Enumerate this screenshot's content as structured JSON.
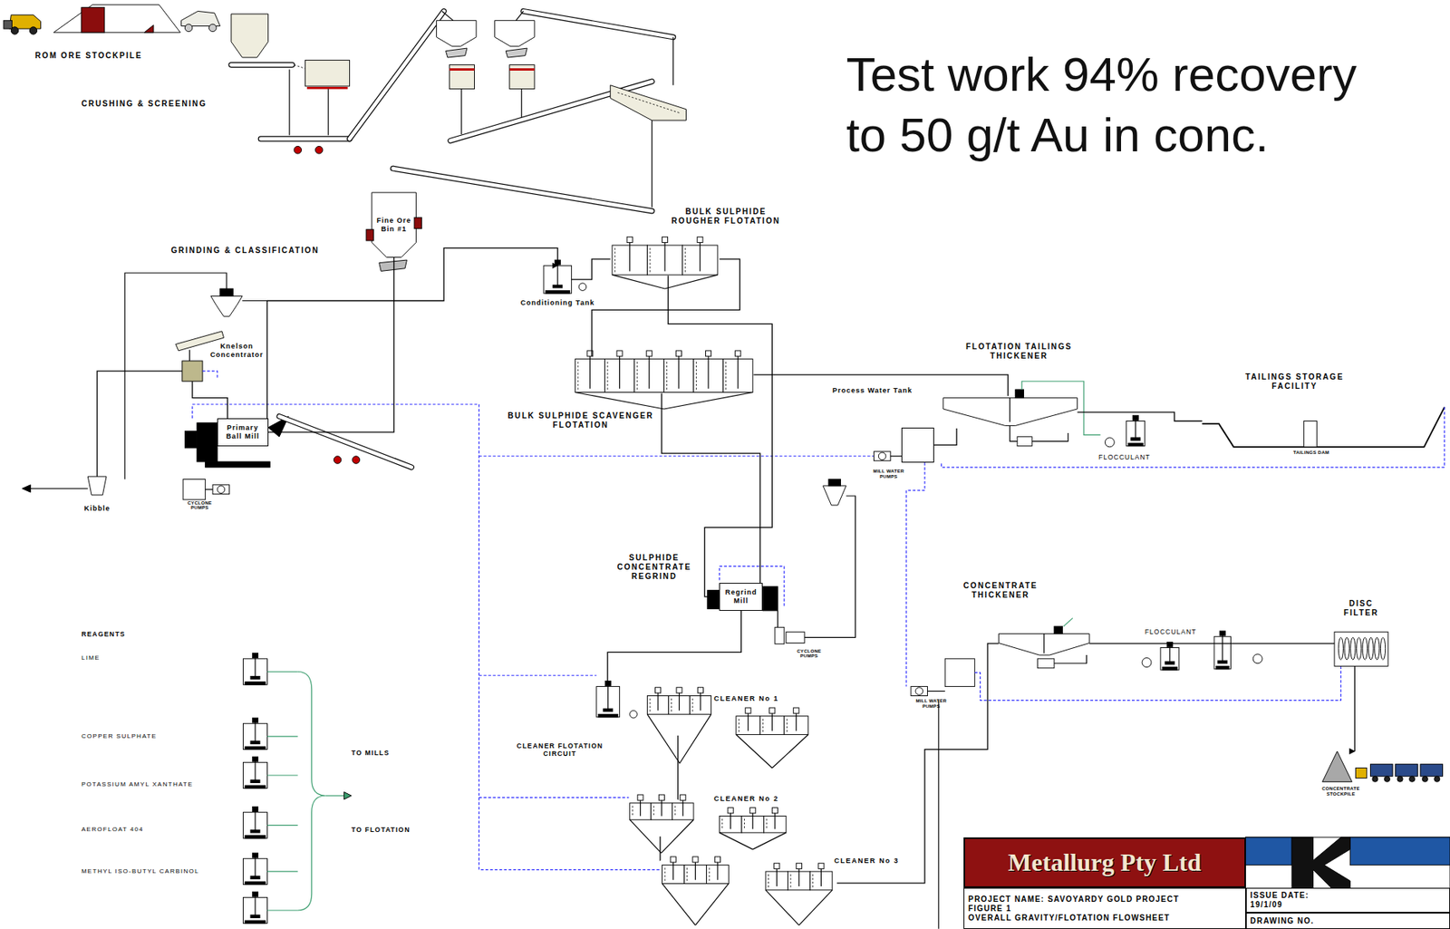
{
  "diagram": {
    "nodes": [
      {
        "text": [
          "ROM ORE STOCKPILE"
        ]
      },
      {
        "text": [
          "Fine Ore Bin #1"
        ]
      },
      {
        "text": [
          "Knelson Concentrator"
        ]
      },
      {
        "text": [
          "Primary Ball Mill"
        ]
      },
      {
        "text": [
          "Kibble"
        ]
      },
      {
        "text": [
          "Conditioning Tank"
        ]
      },
      {
        "text": [
          "BULK SULPHIDE ROUGHER FLOTATION"
        ]
      },
      {
        "text": [
          "BULK SULPHIDE SCAVENGER FLOTATION"
        ]
      },
      {
        "text": [
          "Process Water Tank"
        ]
      },
      {
        "text": [
          "FLOTATION TAILINGS THICKENER"
        ]
      },
      {
        "text": [
          "TAILINGS STORAGE FACILITY"
        ]
      },
      {
        "text": [
          "Regrind Mill"
        ]
      },
      {
        "text": [
          "CLEANER No 1"
        ]
      },
      {
        "text": [
          "CLEANER No 2"
        ]
      },
      {
        "text": [
          "CLEANER No 3"
        ]
      },
      {
        "text": [
          "CONCENTRATE THICKENER"
        ]
      },
      {
        "text": [
          "DISC FILTER"
        ]
      },
      {
        "text": [
          "CONCENTRATE STOCKPILE"
        ]
      },
      {
        "text": [
          "Metallurg Pty Ltd"
        ]
      },
      {
        "text": [
          "PROJECT NAME: SAVOYARDY GOLD PROJECT",
          "FIGURE 1",
          "OVERALL GRAVITY/FLOTATION FLOWSHEET"
        ]
      },
      {
        "text": [
          "ISSUE DATE:",
          "19/1/09"
        ]
      },
      {
        "text": [
          "DRAWING NO."
        ]
      }
    ],
    "edges": [
      {
        "from": 1,
        "to": 3,
        "arrow": "none"
      },
      {
        "from": 3,
        "to": 2,
        "arrow": "none"
      },
      {
        "from": 2,
        "to": 4,
        "arrow": "none"
      },
      {
        "from": 3,
        "to": 5,
        "arrow": "to"
      },
      {
        "from": 5,
        "to": 6,
        "arrow": "none"
      },
      {
        "from": 6,
        "to": 7,
        "arrow": "none"
      },
      {
        "from": 7,
        "to": 9,
        "arrow": "none"
      },
      {
        "from": 9,
        "to": 10,
        "arrow": "none"
      },
      {
        "from": 9,
        "to": 8,
        "arrow": "none"
      },
      {
        "from": 6,
        "to": 11,
        "arrow": "none"
      },
      {
        "from": 7,
        "to": 11,
        "arrow": "none"
      },
      {
        "from": 11,
        "to": 12,
        "arrow": "none"
      },
      {
        "from": 12,
        "to": 13,
        "arrow": "none"
      },
      {
        "from": 13,
        "to": 14,
        "arrow": "none"
      },
      {
        "from": 14,
        "to": 15,
        "arrow": "none"
      },
      {
        "from": 15,
        "to": 16,
        "arrow": "none"
      },
      {
        "from": 16,
        "to": 17,
        "arrow": "to"
      }
    ],
    "labels": [
      "CRUSHING & SCREENING",
      "Test work 94% recovery to 50 g/t Au in conc.",
      "GRINDING & CLASSIFICATION",
      "CYCLONE PUMPS",
      "FLOCCULANT",
      "TAILINGS DAM",
      "MILL WATER PUMPS",
      "SULPHIDE CONCENTRATE REGRIND",
      "CYCLONE PUMPS",
      "FLOCCULANT",
      "CLEANER FLOTATION CIRCUIT",
      "MILL WATER PUMPS",
      "REAGENTS",
      "LIME",
      "COPPER SULPHATE",
      "POTASSIUM AMYL XANTHATE",
      "AEROFLOAT 404",
      "METHYL ISO-BUTYL CARBINOL",
      "TO MILLS",
      "TO FLOTATION"
    ]
  }
}
